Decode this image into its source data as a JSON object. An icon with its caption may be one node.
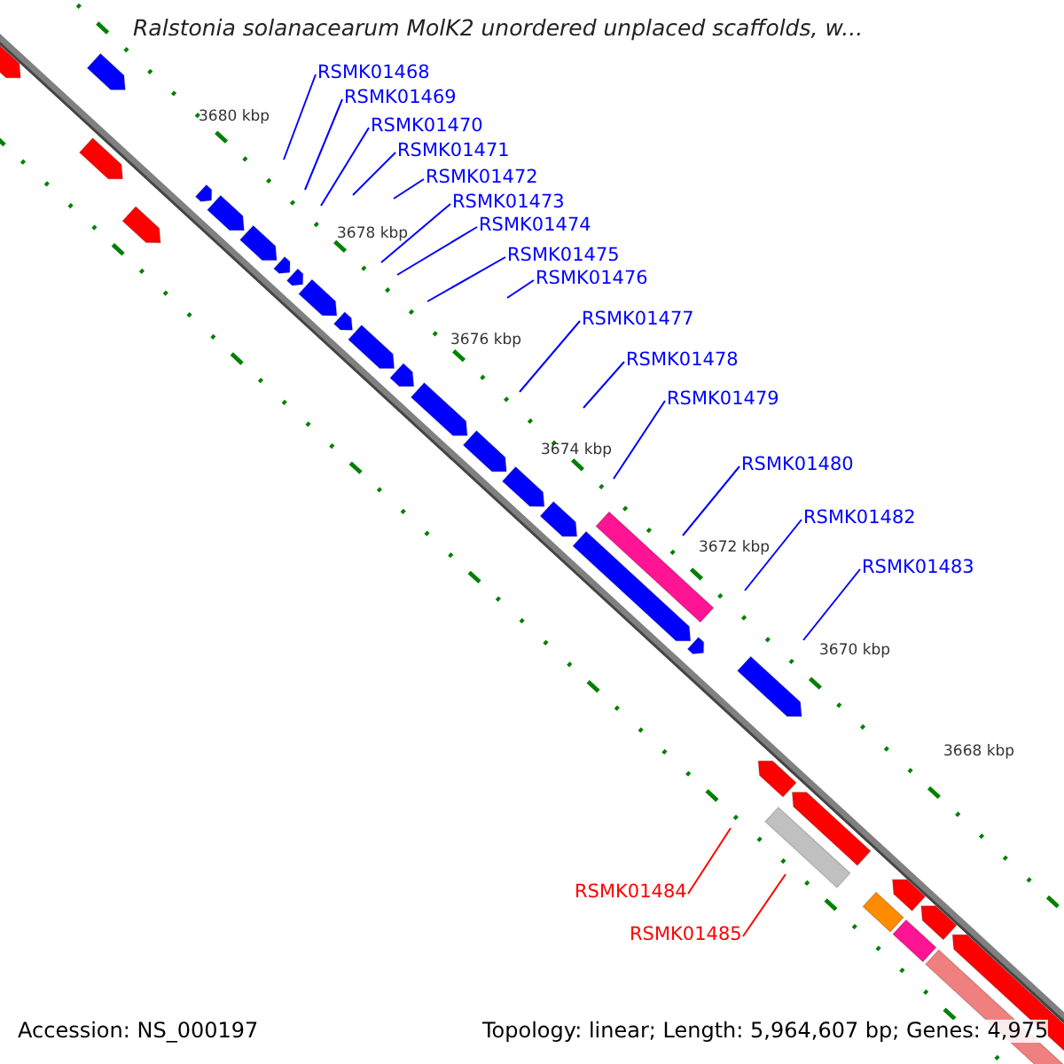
{
  "diagram": {
    "title": "Ralstonia solanacearum MolK2 unordered unplaced scaffolds, w...",
    "nodes": [
      {
        "text": [
          "RSMK01468"
        ]
      },
      {
        "text": [
          "RSMK01469"
        ]
      },
      {
        "text": [
          "RSMK01470"
        ]
      },
      {
        "text": [
          "RSMK01471"
        ]
      },
      {
        "text": [
          "RSMK01472"
        ]
      },
      {
        "text": [
          "RSMK01473"
        ]
      },
      {
        "text": [
          "RSMK01474"
        ]
      },
      {
        "text": [
          "RSMK01475"
        ]
      },
      {
        "text": [
          "RSMK01476"
        ]
      },
      {
        "text": [
          "RSMK01477"
        ]
      },
      {
        "text": [
          "RSMK01478"
        ]
      },
      {
        "text": [
          "RSMK01479"
        ]
      },
      {
        "text": [
          "RSMK01480"
        ]
      },
      {
        "text": [
          "RSMK01482"
        ]
      },
      {
        "text": [
          "RSMK01483"
        ]
      },
      {
        "text": [
          "RSMK01484"
        ]
      },
      {
        "text": [
          "RSMK01485"
        ]
      }
    ],
    "edges": [
      {
        "from": 0,
        "to": null,
        "arrow": "none"
      },
      {
        "from": 1,
        "to": null,
        "arrow": "none"
      },
      {
        "from": 2,
        "to": null,
        "arrow": "none"
      },
      {
        "from": 3,
        "to": null,
        "arrow": "none"
      },
      {
        "from": 4,
        "to": null,
        "arrow": "none"
      },
      {
        "from": 5,
        "to": null,
        "arrow": "none"
      },
      {
        "from": 6,
        "to": null,
        "arrow": "none"
      },
      {
        "from": 7,
        "to": null,
        "arrow": "none"
      },
      {
        "from": 8,
        "to": null,
        "arrow": "none"
      },
      {
        "from": 9,
        "to": null,
        "arrow": "none"
      },
      {
        "from": 10,
        "to": null,
        "arrow": "none"
      },
      {
        "from": 11,
        "to": null,
        "arrow": "none"
      },
      {
        "from": 12,
        "to": null,
        "arrow": "none"
      },
      {
        "from": 13,
        "to": null,
        "arrow": "none"
      },
      {
        "from": 14,
        "to": null,
        "arrow": "none"
      },
      {
        "from": 15,
        "to": null,
        "arrow": "none",
        "color": "#ff0000"
      },
      {
        "from": 16,
        "to": null,
        "arrow": "none",
        "color": "#ff0000"
      }
    ],
    "labels": [
      "3680 kbp",
      "3678 kbp",
      "3676 kbp",
      "3674 kbp",
      "3672 kbp",
      "3670 kbp",
      "3668 kbp",
      "Accession: NS_000197",
      "Topology: linear; Length: 5,964,607 bp; Genes: 4,975"
    ]
  }
}
